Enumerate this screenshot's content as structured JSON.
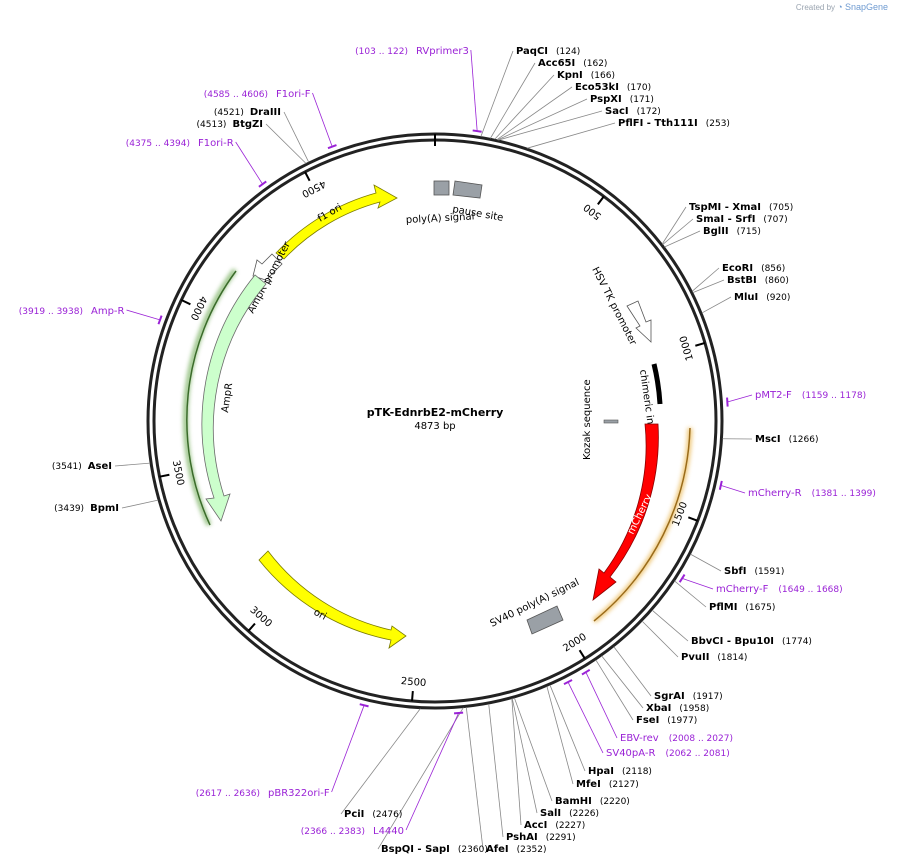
{
  "credit": {
    "prefix": "Created by",
    "brand": "SnapGene"
  },
  "plasmid": {
    "name": "pTK-EdnrbE2-mCherry",
    "length_label": "4873 bp",
    "total_bp": 4873
  },
  "ticks": [
    {
      "label": "500",
      "bp": 500
    },
    {
      "label": "1000",
      "bp": 1000
    },
    {
      "label": "1500",
      "bp": 1500
    },
    {
      "label": "2000",
      "bp": 2000
    },
    {
      "label": "2500",
      "bp": 2500
    },
    {
      "label": "3000",
      "bp": 3000
    },
    {
      "label": "3500",
      "bp": 3500
    },
    {
      "label": "4000",
      "bp": 4000
    },
    {
      "label": "4500",
      "bp": 4500
    }
  ],
  "features": [
    {
      "label": "f1 ori",
      "kind": "arrow",
      "color": "#ffff00",
      "start": 4402,
      "end": 4858,
      "dir": 1,
      "track": 1
    },
    {
      "label": "AmpR promoter",
      "kind": "arrow",
      "color": "#ffffff",
      "start": 4300,
      "end": 4360,
      "dir": -1,
      "track": 1
    },
    {
      "label": "AmpR",
      "kind": "arrow",
      "color": "#ccffcc",
      "start": 3472,
      "end": 4264,
      "dir": -1,
      "track": 1
    },
    {
      "label": "ori",
      "kind": "arrow",
      "color": "#ffff00",
      "start": 2697,
      "end": 3160,
      "dir": -1,
      "track": 1
    },
    {
      "label": "pause site",
      "kind": "box",
      "color": "#9aa0a6",
      "start": 60,
      "end": 130,
      "track": 1
    },
    {
      "label": "poly(A) signal",
      "kind": "box",
      "color": "#9aa0a6",
      "start": 20,
      "end": 48,
      "track": 1
    },
    {
      "label": "HSV TK promoter",
      "kind": "arrow",
      "color": "#ffffff",
      "start": 800,
      "end": 980,
      "dir": 1,
      "track": 1
    },
    {
      "label": "chimeric intron",
      "kind": "bar",
      "color": "#000000",
      "start": 1070,
      "end": 1200,
      "track": 1
    },
    {
      "label": "Kozak sequence",
      "kind": "box",
      "color": "#9aa0a6",
      "start": 1210,
      "end": 1222,
      "track": 0
    },
    {
      "label": "mCherry",
      "kind": "arrow",
      "color": "#ff0000",
      "start": 1240,
      "end": 1950,
      "dir": 1,
      "track": 1
    },
    {
      "label": "SV40 poly(A) signal",
      "kind": "box",
      "color": "#9aa0a6",
      "start": 2060,
      "end": 2180,
      "track": 1
    }
  ],
  "enzymes": [
    {
      "name": "PaqCI",
      "pos": "(124)"
    },
    {
      "name": "Acc65I",
      "pos": "(162)"
    },
    {
      "name": "KpnI",
      "pos": "(166)"
    },
    {
      "name": "Eco53kI",
      "pos": "(170)"
    },
    {
      "name": "PspXI",
      "pos": "(171)"
    },
    {
      "name": "SacI",
      "pos": "(172)"
    },
    {
      "name": "PflFI - Tth111I",
      "pos": "(253)"
    },
    {
      "name": "TspMI - XmaI",
      "pos": "(705)"
    },
    {
      "name": "SmaI - SrfI",
      "pos": "(707)"
    },
    {
      "name": "BglII",
      "pos": "(715)"
    },
    {
      "name": "EcoRI",
      "pos": "(856)"
    },
    {
      "name": "BstBI",
      "pos": "(860)"
    },
    {
      "name": "MluI",
      "pos": "(920)"
    },
    {
      "name": "MscI",
      "pos": "(1266)"
    },
    {
      "name": "SbfI",
      "pos": "(1591)"
    },
    {
      "name": "PflMI",
      "pos": "(1675)"
    },
    {
      "name": "BbvCI - Bpu10I",
      "pos": "(1774)"
    },
    {
      "name": "PvuII",
      "pos": "(1814)"
    },
    {
      "name": "SgrAI",
      "pos": "(1917)"
    },
    {
      "name": "XbaI",
      "pos": "(1958)"
    },
    {
      "name": "FseI",
      "pos": "(1977)"
    },
    {
      "name": "HpaI",
      "pos": "(2118)"
    },
    {
      "name": "MfeI",
      "pos": "(2127)"
    },
    {
      "name": "BamHI",
      "pos": "(2220)"
    },
    {
      "name": "SalI",
      "pos": "(2226)"
    },
    {
      "name": "AccI",
      "pos": "(2227)"
    },
    {
      "name": "PshAI",
      "pos": "(2291)"
    },
    {
      "name": "AfeI",
      "pos": "(2352)"
    },
    {
      "name": "BspQI - SapI",
      "pos": "(2360)"
    },
    {
      "name": "PciI",
      "pos": "(2476)"
    },
    {
      "name": "AseI",
      "pos": "(3541)"
    },
    {
      "name": "BpmI",
      "pos": "(3439)"
    },
    {
      "name": "DraIII",
      "pos": "(4521)"
    },
    {
      "name": "BtgZI",
      "pos": "(4513)"
    }
  ],
  "primers": [
    {
      "name": "RVprimer3",
      "pos": "(103 .. 122)"
    },
    {
      "name": "F1ori-F",
      "pos": "(4585 .. 4606)"
    },
    {
      "name": "F1ori-R",
      "pos": "(4375 .. 4394)"
    },
    {
      "name": "Amp-R",
      "pos": "(3919 .. 3938)"
    },
    {
      "name": "pMT2-F",
      "pos": "(1159 .. 1178)"
    },
    {
      "name": "mCherry-R",
      "pos": "(1381 .. 1399)"
    },
    {
      "name": "mCherry-F",
      "pos": "(1649 .. 1668)"
    },
    {
      "name": "EBV-rev",
      "pos": "(2008 .. 2027)"
    },
    {
      "name": "SV40pA-R",
      "pos": "(2062 .. 2081)"
    },
    {
      "name": "pBR322ori-F",
      "pos": "(2617 .. 2636)"
    },
    {
      "name": "L4440",
      "pos": "(2366 .. 2383)"
    }
  ]
}
